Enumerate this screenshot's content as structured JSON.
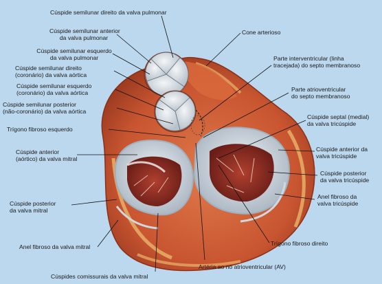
{
  "labels": {
    "pulm_right": "Cúspide semilunar direito da valva pulmonar",
    "pulm_ant_1": "Cúspide semilunar anterior",
    "pulm_ant_2": "da valva pulmonar",
    "pulm_left_1": "Cúspide semilunar esquerdo",
    "pulm_left_2": "da valva pulmonar",
    "aort_right_1": "Cúspide semilunar direito",
    "aort_right_2": "(coronário) da valva aórtica",
    "aort_left_1": "Cúspide semilunar esquerdo",
    "aort_left_2": "(coronário) da valva aórtica",
    "aort_post_1": "Cúspide semilunar posterior",
    "aort_post_2": "(não-coronário) da valva aórtica",
    "trig_left": "Trígono fibroso esquerdo",
    "mitral_ant_1": "Cúspide anterior",
    "mitral_ant_2": "(aórtico) da valva mitral",
    "mitral_post_1": "Cúspide posterior",
    "mitral_post_2": "da valva mitral",
    "anel_mitral": "Anel fibroso da valva mitral",
    "commissural": "Cúspides comissurais da valva mitral",
    "cone": "Cone arterioso",
    "interv_1": "Parte interventricular (linha",
    "interv_2": "tracejada) do septo membranoso",
    "atrio_1": "Parte atrioventricular",
    "atrio_2": "do septo membranoso",
    "tric_septal_1": "Cúspide septal (medial)",
    "tric_septal_2": "da valva tricúspide",
    "tric_ant_1": "Cúspide anterior da",
    "tric_ant_2": "valva tricúspide",
    "tric_post_1": "Cúspide posterior",
    "tric_post_2": "da valva tricúspide",
    "anel_tric_1": "Anel fibroso da",
    "anel_tric_2": "valva tricúspide",
    "trig_right": "Trígono fibroso direito",
    "av_artery": "Artéria ao nó atrioventricular (AV)"
  },
  "colors": {
    "background": "#bcd8ee",
    "myocardium": "#c8502e",
    "fat": "#e8b46a",
    "valve_tissue": "#e8eef2",
    "chamber": "#8c2a22"
  }
}
